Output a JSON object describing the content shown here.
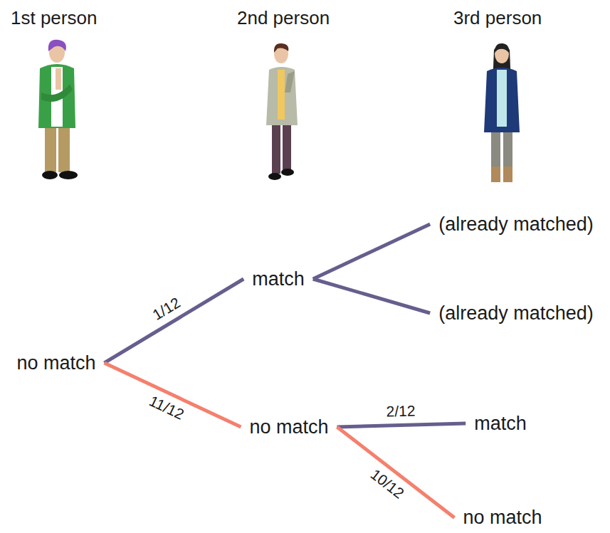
{
  "diagram": {
    "nodes": [
      {
        "text": [
          "no match"
        ]
      },
      {
        "text": [
          "match"
        ]
      },
      {
        "text": [
          "no match"
        ]
      },
      {
        "text": [
          "(already matched)"
        ]
      },
      {
        "text": [
          "(already matched)"
        ]
      },
      {
        "text": [
          "match"
        ]
      },
      {
        "text": [
          "no match"
        ]
      }
    ],
    "edges": [
      {
        "from": 0,
        "to": 1,
        "label": "1/12",
        "arrow": "none"
      },
      {
        "from": 0,
        "to": 2,
        "label": "11/12",
        "arrow": "none"
      },
      {
        "from": 1,
        "to": 3,
        "arrow": "none"
      },
      {
        "from": 1,
        "to": 4,
        "arrow": "none"
      },
      {
        "from": 2,
        "to": 5,
        "label": "2/12",
        "arrow": "none"
      },
      {
        "from": 2,
        "to": 6,
        "label": "10/12",
        "arrow": "none"
      }
    ],
    "labels": [
      "1st person",
      "2nd person",
      "3rd person"
    ]
  }
}
